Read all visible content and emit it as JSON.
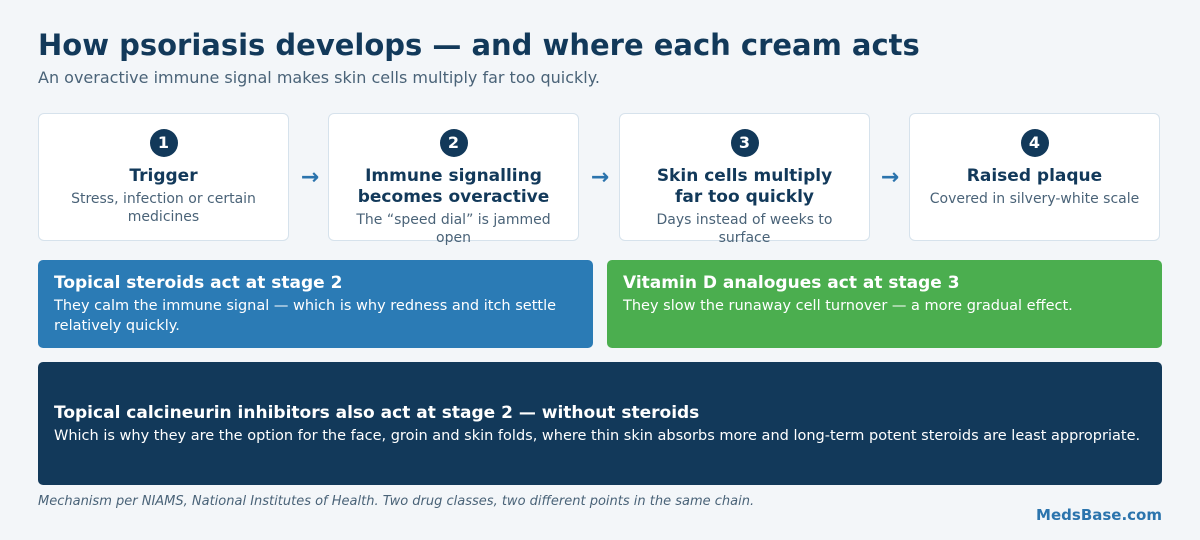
{
  "header": {
    "title": "How psoriasis develops — and where each cream acts",
    "subtitle": "An overactive immune signal makes skin cells multiply far too quickly."
  },
  "steps": [
    {
      "number": "1",
      "title": "Trigger",
      "description": "Stress, infection or certain medicines"
    },
    {
      "number": "2",
      "title": "Immune signalling\nbecomes overactive",
      "description": "The “speed dial” is jammed open"
    },
    {
      "number": "3",
      "title": "Skin cells multiply\nfar too quickly",
      "description": "Days instead of weeks to surface"
    },
    {
      "number": "4",
      "title": "Raised plaque",
      "description": "Covered in silvery-white scale"
    }
  ],
  "arrow_glyph": "→",
  "panels": {
    "steroids": {
      "title": "Topical steroids act at stage 2",
      "body": "They calm the immune signal — which is why redness and itch settle relatively quickly."
    },
    "vitamin_d": {
      "title": "Vitamin D analogues act at stage 3",
      "body": "They slow the runaway cell turnover — a more gradual effect."
    },
    "calcineurin": {
      "title": "Topical calcineurin inhibitors also act at stage 2 — without steroids",
      "body": "Which is why they are the option for the face, groin and skin folds, where thin skin absorbs more and long-term potent steroids are least appropriate."
    }
  },
  "footnote": "Mechanism per NIAMS, National Institutes of Health. Two drug classes, two different points in the same chain.",
  "brand": "MedsBase.com",
  "colors": {
    "navy": "#12395a",
    "blue": "#2b7bb5",
    "green": "#4bae4f",
    "accent": "#2b74ad",
    "background": "#f3f6f9"
  }
}
